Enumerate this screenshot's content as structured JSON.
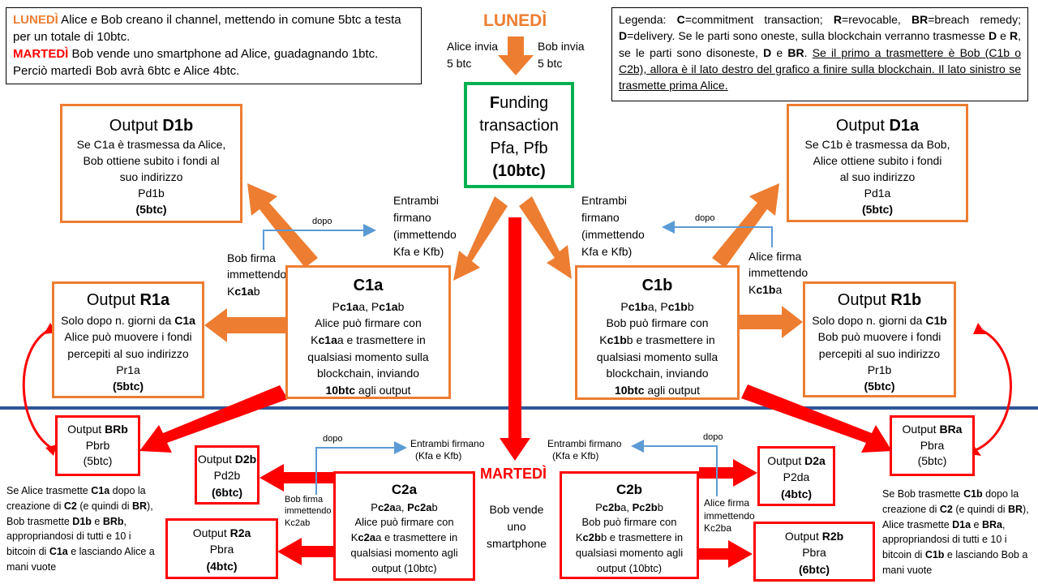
{
  "notes": {
    "top_left": {
      "mon_label": "LUNEDÌ",
      "mon_text": " Alice e Bob creano il channel, mettendo in comune 5btc a testa per un totale di 10btc.",
      "tue_label": "MARTEDÌ",
      "tue_text": " Bob vende uno smartphone ad Alice, guadagnando 1btc. Perciò martedì Bob avrà 6btc e Alice 4btc."
    },
    "legend": {
      "part1": "Legenda: ",
      "c_key": "C",
      "c_val": "=commitment transaction; ",
      "r_key": "R",
      "r_val": "=revocable, ",
      "br_key": "BR",
      "br_val": "=breach remedy; ",
      "d_key": "D",
      "d_val": "=delivery. Se le parti sono oneste, sulla blockchain verranno trasmesse ",
      "d2": "D",
      "e1": " e ",
      "r2": "R",
      "mid": ", se le parti sono disoneste, ",
      "d3": "D",
      "e2": " e ",
      "br2": "BR",
      "dot": ". ",
      "underlined": "Se il primo a trasmettere è Bob (C1b o C2b), allora è il lato destro del grafico a finire sulla blockchain. Il lato sinistro se trasmette prima Alice."
    }
  },
  "header": {
    "monday": "LUNEDÌ",
    "alice_sends_1": "Alice invia",
    "alice_sends_2": "5 btc",
    "bob_sends_1": "Bob invia",
    "bob_sends_2": "5 btc",
    "tuesday": "MARTEDÌ",
    "bob_sells_1": "Bob vende",
    "bob_sells_2": "uno",
    "bob_sells_3": "smartphone"
  },
  "funding": {
    "line1_b": "F",
    "line1_rest": "unding",
    "line2": "transaction",
    "line3": "Pfa, Pfb",
    "amount": "(10btc)"
  },
  "c1a": {
    "title": "C1a",
    "keys_1": "P",
    "keys_2": "c1a",
    "keys_3": "a, P",
    "keys_4": "c1a",
    "keys_5": "b",
    "text_1": "Alice può firmare con",
    "text_2a": "K",
    "text_2b": "c1a",
    "text_2c": "a e trasmettere in",
    "text_3": "qualsiasi momento sulla",
    "text_4": "blockchain, inviando",
    "text_5a": "10btc",
    "text_5b": " agli output"
  },
  "c1b": {
    "title": "C1b",
    "keys_1": "P",
    "keys_2": "c1b",
    "keys_3": "a, P",
    "keys_4": "c1b",
    "keys_5": "b",
    "text_1": "Bob può firmare con",
    "text_2a": "K",
    "text_2b": "c1b",
    "text_2c": "b e trasmettere in",
    "text_3": "qualsiasi momento sulla",
    "text_4": "blockchain, inviando",
    "text_5a": "10btc",
    "text_5b": " agli output"
  },
  "d1b": {
    "title_a": "Output ",
    "title_b": "D1b",
    "l1": "Se C1a è trasmessa da Alice,",
    "l2": "Bob ottiene subito i fondi al",
    "l3": "suo indirizzo",
    "l4": "Pd1b",
    "amount": "(5btc)"
  },
  "d1a": {
    "title_a": "Output ",
    "title_b": "D1a",
    "l1": "Se C1b è trasmessa da Bob,",
    "l2": "Alice ottiene subito i fondi",
    "l3": "al suo indirizzo",
    "l4": "Pd1a",
    "amount": "(5btc)"
  },
  "r1a": {
    "title_a": "Output ",
    "title_b": "R1a",
    "l1a": "Solo dopo n. giorni da ",
    "l1b": "C1a",
    "l2": "Alice può muovere i fondi",
    "l3": "percepiti  al suo indirizzo",
    "l4": "Pr1a",
    "amount": "(5btc)"
  },
  "r1b": {
    "title_a": "Output ",
    "title_b": "R1b",
    "l1a": "Solo dopo n. giorni da ",
    "l1b": "C1b",
    "l2": "Bob può muovere i fondi",
    "l3": "percepiti  al suo indirizzo",
    "l4": "Pr1b",
    "amount": "(5btc)"
  },
  "sign_left": {
    "l1": "Entrambi",
    "l2": "firmano",
    "l3": "(immettendo",
    "l4": "Kfa e Kfb)",
    "after": "dopo",
    "bob_1": "Bob firma",
    "bob_2": "immettendo",
    "bob_3a": "K",
    "bob_3b": "c1a",
    "bob_3c": "b"
  },
  "sign_right": {
    "l1": "Entrambi",
    "l2": "firmano",
    "l3": "(immettendo",
    "l4": "Kfa e Kfb)",
    "after": "dopo",
    "alice_1": "Alice firma",
    "alice_2": "immettendo",
    "alice_3a": "K",
    "alice_3b": "c1b",
    "alice_3c": "a"
  },
  "brb": {
    "title_a": "Output ",
    "title_b": "BRb",
    "l1": "Pbrb",
    "amount": "(5btc)"
  },
  "bra": {
    "title_a": "Output ",
    "title_b": "BRa",
    "l1": "Pbra",
    "amount": "(5btc)"
  },
  "d2b": {
    "title_a": "Output ",
    "title_b": "D2b",
    "l1": "Pd2b",
    "amount": "(6btc)"
  },
  "r2a": {
    "title_a": "Output ",
    "title_b": "R2a",
    "l1": "Pbra",
    "amount": "(4btc)"
  },
  "d2a": {
    "title_a": "Output ",
    "title_b": "D2a",
    "l1": "P2da",
    "amount": "(4btc)"
  },
  "r2b": {
    "title_a": "Output ",
    "title_b": "R2b",
    "l1": "Pbra",
    "amount": "(6btc)"
  },
  "c2a": {
    "title": "C2a",
    "keys_1": "P",
    "keys_2": "c2a",
    "keys_3": "a, ",
    "keys_4": "Pc2a",
    "keys_5": "b",
    "text_1": "Alice può firmare con",
    "text_2a": "K",
    "text_2b": "c2a",
    "text_2c": "a e trasmettere in",
    "text_3": "qualsiasi momento agli",
    "text_4": "output  (10btc)"
  },
  "c2b": {
    "title": "C2b",
    "keys_1": "P",
    "keys_2": "c2b",
    "keys_3": "a, ",
    "keys_4": "Pc2b",
    "keys_5": "b",
    "text_1": "Bob può firmare con",
    "text_2a": "K",
    "text_2b": "c2b",
    "text_2c": "b e trasmettere in",
    "text_3": "qualsiasi momento agli",
    "text_4": "output  (10btc)"
  },
  "sign2_left": {
    "both": "Entrambi firmano",
    "both2": "(Kfa e Kfb)",
    "after": "dopo",
    "bob_1": "Bob firma",
    "bob_2": "immettendo",
    "bob_3": "Kc2ab"
  },
  "sign2_right": {
    "both": "Entrambi firmano",
    "both2": "(Kfa e Kfb)",
    "after": "dopo",
    "alice_1": "Alice firma",
    "alice_2": "immettendo",
    "alice_3": "Kc2ba"
  },
  "bottom_left": {
    "p1": "Se Alice trasmette ",
    "b1": "C1a",
    "p2": " dopo la creazione di ",
    "b2": "C2",
    "p3": " (e quindi di ",
    "b3": "BR",
    "p4": "), Bob trasmette ",
    "b4": "D1b",
    "p5": " e ",
    "b5": "BRb",
    "p6": ", appropriandosi di tutti e 10 i bitcoin di ",
    "b6": "C1a",
    "p7": " e lasciando Alice a mani vuote"
  },
  "bottom_right": {
    "p1": "Se Bob trasmette ",
    "b1": "C1b",
    "p2": " dopo la creazione di ",
    "b2": "C2",
    "p3": " (e quindi di ",
    "b3": "BR",
    "p4": "), Alice trasmette ",
    "b4": "D1a",
    "p5": " e ",
    "b5": "BRa",
    "p6": ", appropriandosi  di tutti e 10 i bitcoin di ",
    "b6": "C1b",
    "p7": " e lasciando Bob a mani vuote"
  },
  "colors": {
    "orange": "#ED7D31",
    "red": "#FF0000",
    "green": "#00B050",
    "blue_line": "#2F5597",
    "light_blue": "#5B9BD5"
  }
}
